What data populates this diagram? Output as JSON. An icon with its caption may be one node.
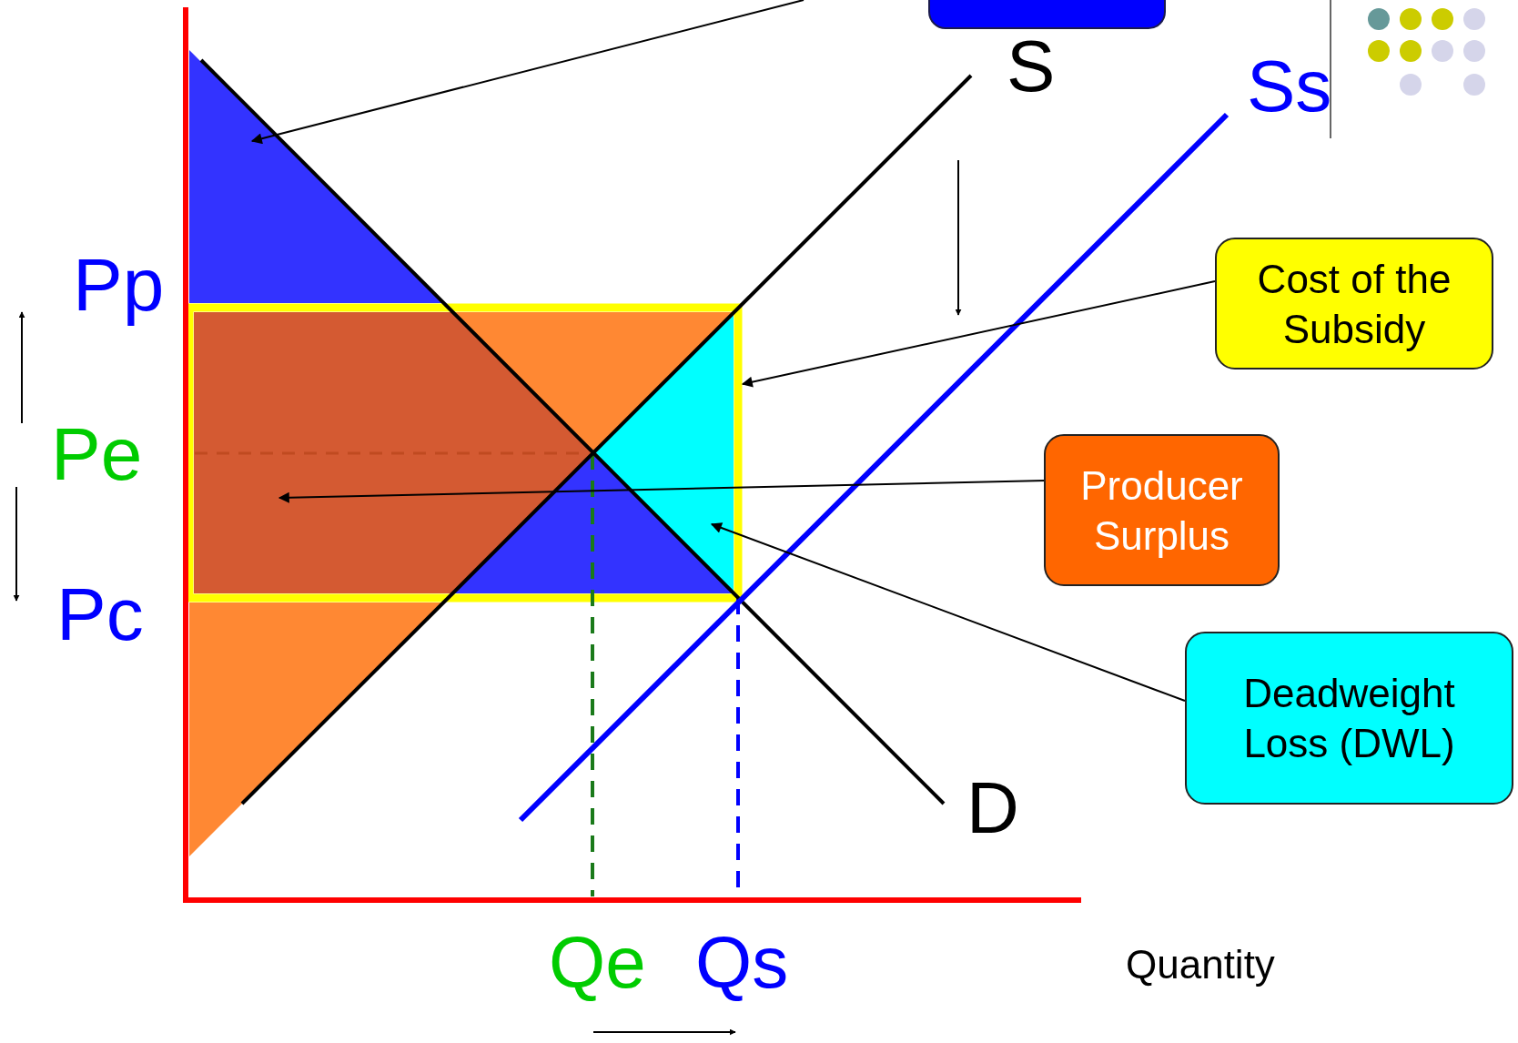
{
  "diagram": {
    "nodes": [
      {
        "text": [],
        "shape": "box"
      },
      {
        "text": [],
        "shape": "triangle"
      },
      {
        "text": [
          "Cost of the Subsidy"
        ]
      },
      {
        "text": [],
        "shape": "box"
      },
      {
        "text": [],
        "shape": "triangle",
        "in": 3
      },
      {
        "text": [
          "Producer Surplus"
        ]
      },
      {
        "text": [],
        "shape": "polygon",
        "in": 3
      },
      {
        "text": [],
        "shape": "triangle",
        "in": 3
      },
      {
        "text": [],
        "shape": "triangle",
        "in": 3
      },
      {
        "text": [],
        "shape": "triangle"
      },
      {
        "text": [
          "Deadweight Loss (DWL)"
        ]
      }
    ],
    "edges": [
      {
        "from": null,
        "to": 1,
        "arrow": "to"
      },
      {
        "from": 2,
        "to": 3,
        "arrow": "to"
      },
      {
        "from": 5,
        "to": 6,
        "arrow": "to"
      },
      {
        "from": 10,
        "to": 7,
        "arrow": "to"
      }
    ],
    "labels": [
      "S",
      "Ss",
      "Pp",
      "Pe",
      "Pc",
      "D",
      "Qe",
      "Qs",
      "Quantity"
    ]
  }
}
